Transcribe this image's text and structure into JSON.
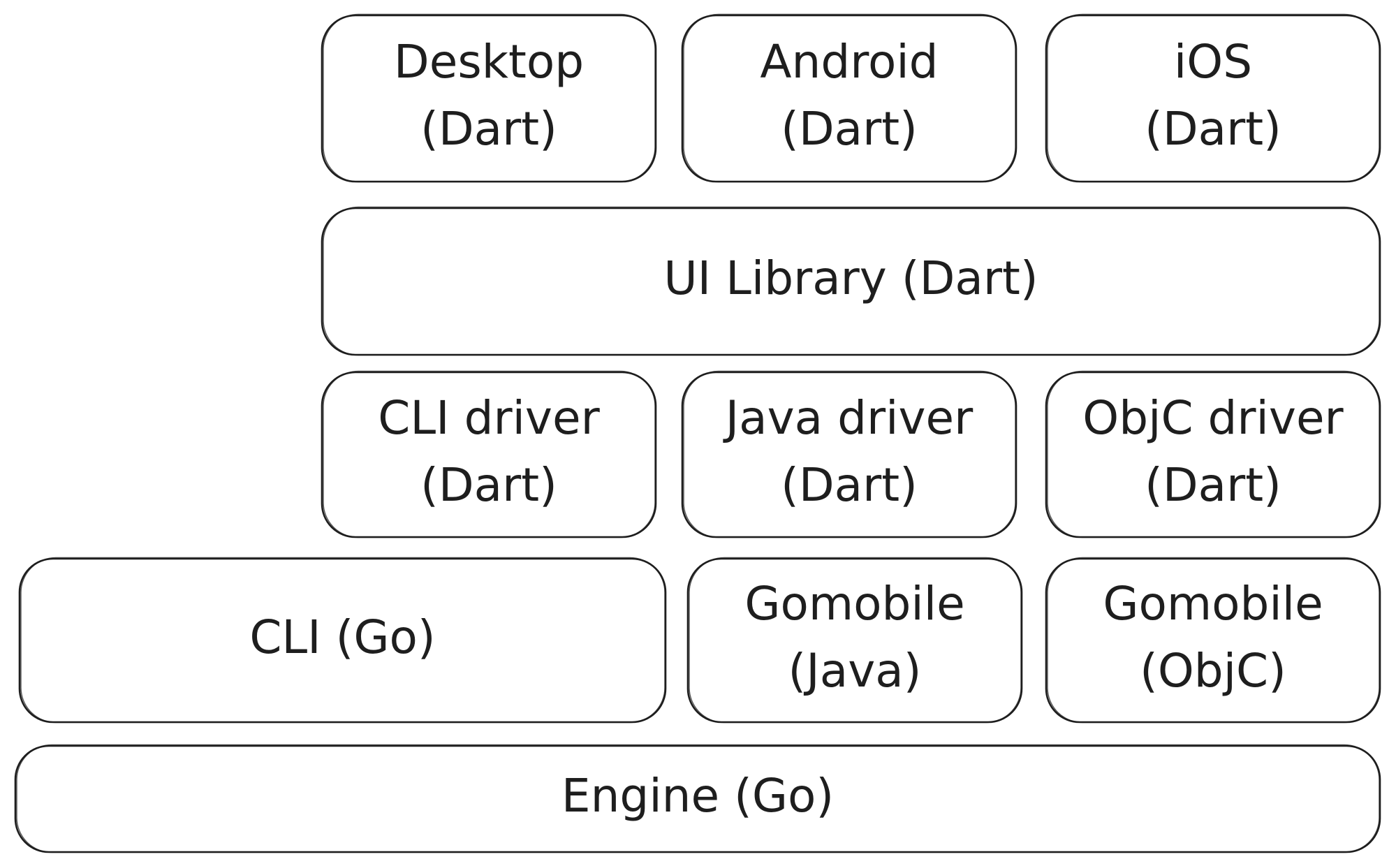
{
  "colors": {
    "stroke": "#1e1e1e",
    "background": "#ffffff"
  },
  "boxes": [
    {
      "id": "desktop",
      "lines": [
        "Desktop",
        "(Dart)"
      ]
    },
    {
      "id": "android",
      "lines": [
        "Android",
        "(Dart)"
      ]
    },
    {
      "id": "ios",
      "lines": [
        "iOS",
        "(Dart)"
      ]
    },
    {
      "id": "ui-library",
      "lines": [
        "UI Library (Dart)"
      ]
    },
    {
      "id": "cli-driver",
      "lines": [
        "CLI driver",
        "(Dart)"
      ]
    },
    {
      "id": "java-driver",
      "lines": [
        "Java driver",
        "(Dart)"
      ]
    },
    {
      "id": "objc-driver",
      "lines": [
        "ObjC driver",
        "(Dart)"
      ]
    },
    {
      "id": "cli-go",
      "lines": [
        "CLI (Go)"
      ]
    },
    {
      "id": "gomobile-java",
      "lines": [
        "Gomobile",
        "(Java)"
      ]
    },
    {
      "id": "gomobile-objc",
      "lines": [
        "Gomobile",
        "(ObjC)"
      ]
    },
    {
      "id": "engine",
      "lines": [
        "Engine (Go)"
      ]
    }
  ]
}
